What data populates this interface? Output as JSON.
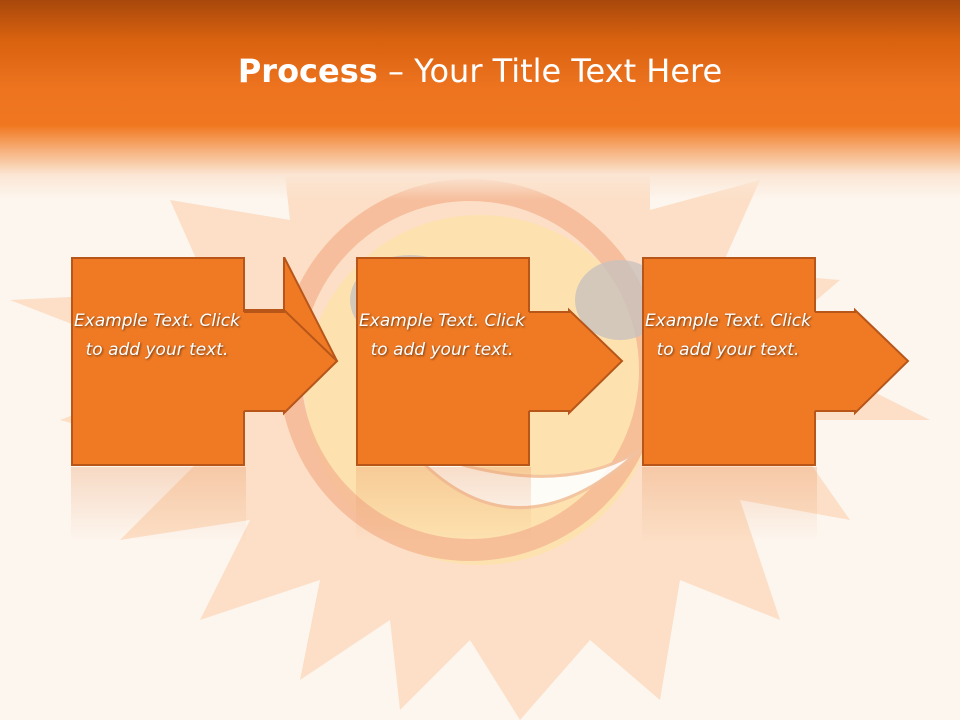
{
  "slide": {
    "title_bold": "Process",
    "title_rest": " – Your Title Text Here"
  },
  "steps": [
    {
      "text": "Example Text. Click  to add your text."
    },
    {
      "text": "Example Text. Click  to add your text."
    },
    {
      "text": "Example Text. Click  to add your text."
    }
  ],
  "colors": {
    "accent": "#f07a24",
    "border": "#b8561a",
    "header": "#ee7420",
    "background": "#fdf6ef"
  }
}
